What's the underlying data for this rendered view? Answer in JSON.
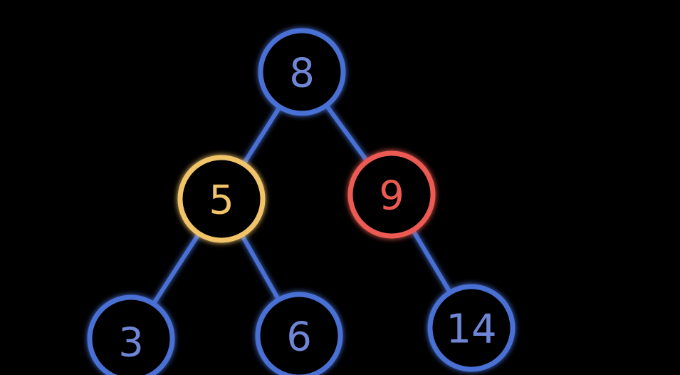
{
  "colors": {
    "background": "#000000",
    "default_node": "#4a6fd4",
    "default_label": "#6f86d6",
    "highlight_yellow": "#f2c46a",
    "highlight_red": "#ec5a52",
    "edge": "#4a6fd4"
  },
  "nodes": [
    {
      "id": "n8",
      "label": "8",
      "state": "default"
    },
    {
      "id": "n5",
      "label": "5",
      "state": "highlight_yellow"
    },
    {
      "id": "n9",
      "label": "9",
      "state": "highlight_red"
    },
    {
      "id": "n3",
      "label": "3",
      "state": "default"
    },
    {
      "id": "n6",
      "label": "6",
      "state": "default"
    },
    {
      "id": "n14",
      "label": "14",
      "state": "default"
    }
  ],
  "edges": [
    {
      "from": "n8",
      "to": "n5"
    },
    {
      "from": "n8",
      "to": "n9"
    },
    {
      "from": "n5",
      "to": "n3"
    },
    {
      "from": "n5",
      "to": "n6"
    },
    {
      "from": "n9",
      "to": "n14"
    }
  ]
}
